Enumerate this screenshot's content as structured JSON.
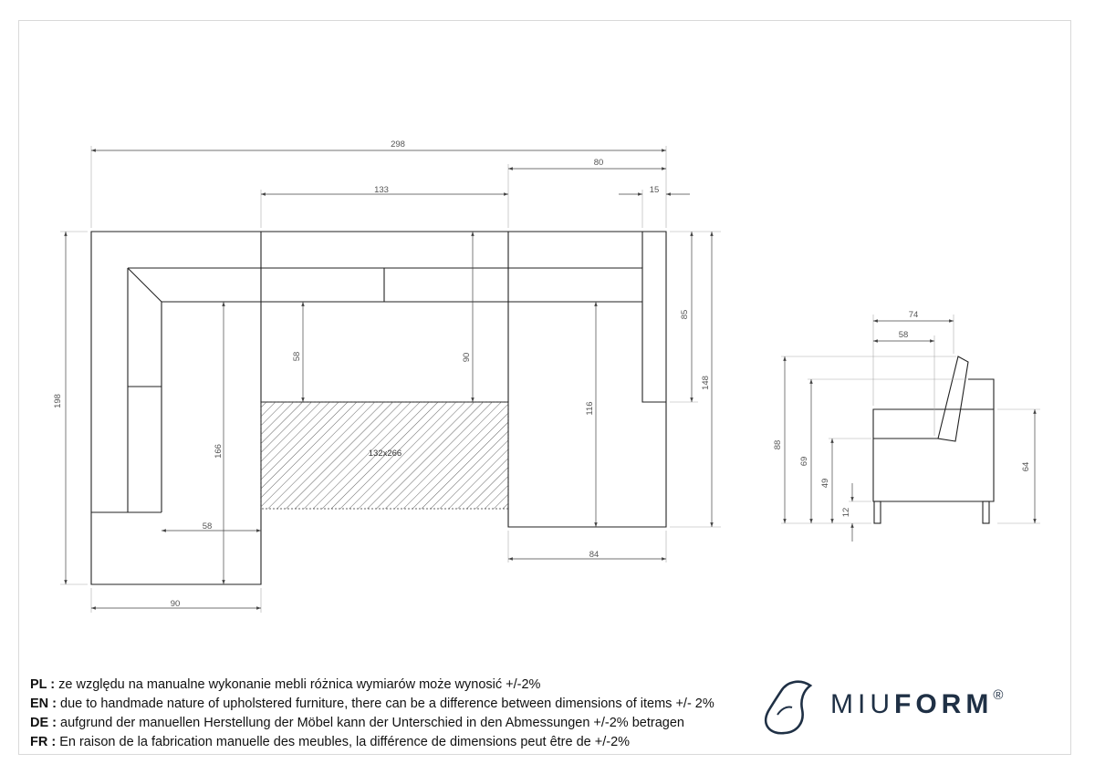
{
  "plan": {
    "top_dims": {
      "total": "298",
      "right_part": "80",
      "middle": "133",
      "arm": "15"
    },
    "left_dims": {
      "height": "198",
      "inner_height": "166",
      "bottom_inner": "58",
      "bottom_width": "90"
    },
    "inner_dims": {
      "seat_depth_left": "58",
      "seat_depth_mid": "90"
    },
    "right_dims": {
      "arm_height": "85",
      "overall": "148",
      "chaise": "116",
      "chaise_width": "84"
    },
    "hatched_area_label": "132x266"
  },
  "side_view": {
    "top_dims": {
      "depth": "74",
      "seat": "58"
    },
    "heights": {
      "total": "88",
      "back": "69",
      "seat": "49",
      "legs": "12",
      "arm": "64"
    }
  },
  "notes": [
    {
      "lang": "PL :",
      "text": " ze względu na manualne wykonanie mebli różnica wymiarów może wynosić +/-2%"
    },
    {
      "lang": "EN :",
      "text": " due to handmade nature of upholstered furniture, there can be a difference between dimensions of items +/- 2%"
    },
    {
      "lang": "DE :",
      "text": " aufgrund der manuellen Herstellung der Möbel kann der Unterschied in den Abmessungen +/-2% betragen"
    },
    {
      "lang": "FR :",
      "text": " En raison de la fabrication manuelle des meubles, la différence de dimensions peut être de +/-2%"
    }
  ],
  "logo": {
    "thin": "MIU",
    "bold": "FORM",
    "mark": "®"
  }
}
